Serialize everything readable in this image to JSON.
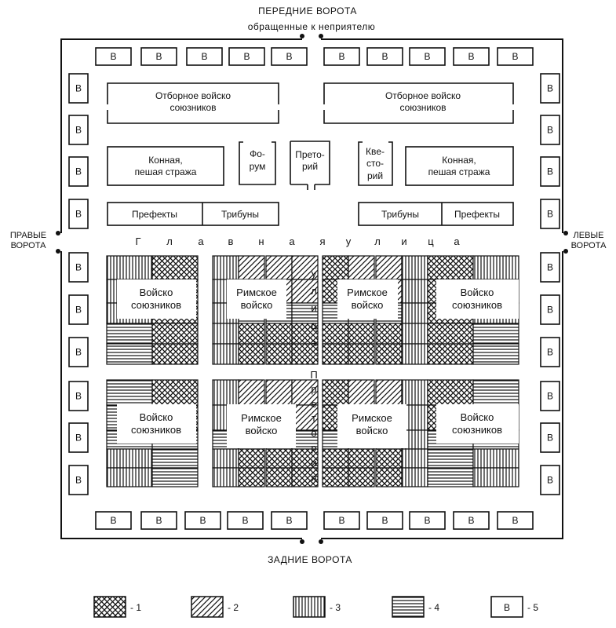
{
  "gates": {
    "front_line1": "ПЕРЕДНИЕ ВОРОТА",
    "front_line2": "обращенные  к  неприятелю",
    "rear": "ЗАДНИЕ ВОРОТА",
    "right_line1": "ПРАВЫЕ",
    "right_line2": "ВОРОТА",
    "left_line1": "ЛЕВЫЕ",
    "left_line2": "ВОРОТА"
  },
  "block_label": "В",
  "upper": {
    "elite_left_l1": "Отборное войско",
    "elite_left_l2": "союзников",
    "elite_right_l1": "Отборное войско",
    "elite_right_l2": "союзников",
    "guard_left_l1": "Конная,",
    "guard_left_l2": "пешая стража",
    "guard_right_l1": "Конная,",
    "guard_right_l2": "пешая стража",
    "forum_l1": "Фо-",
    "forum_l2": "рум",
    "praetorium_l1": "Прето-",
    "praetorium_l2": "рий",
    "quaestorium_l1": "Квe-",
    "quaestorium_l2": "сто-",
    "quaestorium_l3": "рий",
    "prefects_left": "Префекты",
    "tribunes_left": "Трибуны",
    "tribunes_right": "Трибуны",
    "prefects_right": "Префекты"
  },
  "streets": {
    "main": [
      "Г",
      "л",
      "а",
      "в",
      "н",
      "а",
      "я",
      "у",
      "л",
      "и",
      "ц",
      "а"
    ],
    "praetoria": [
      "у",
      "л",
      "и",
      "ц",
      "а",
      "П",
      "р",
      "е",
      "т",
      "о",
      "р",
      "и",
      "я"
    ]
  },
  "troops": {
    "allies_l1": "Войско",
    "allies_l2": "союзников",
    "roman_l1": "Римское",
    "roman_l2": "войско"
  },
  "legend": {
    "items": [
      "- 1",
      "- 2",
      "- 3",
      "- 4",
      "- 5"
    ],
    "block_label": "В"
  }
}
